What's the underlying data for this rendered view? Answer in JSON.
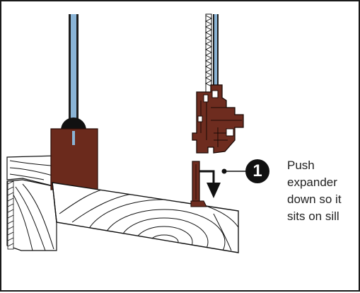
{
  "callout": {
    "number": "1",
    "lines": [
      "Push",
      "expander",
      "down so it",
      "sits on sill"
    ]
  },
  "colors": {
    "frame": "#1a1a1a",
    "cord": "#8ab4d6",
    "wood_brown": "#6b2a1c",
    "sash_brown": "#6e2c1f",
    "arrow": "#111111"
  },
  "icons": [
    "push-down-arrow-icon",
    "callout-leader-icon"
  ]
}
